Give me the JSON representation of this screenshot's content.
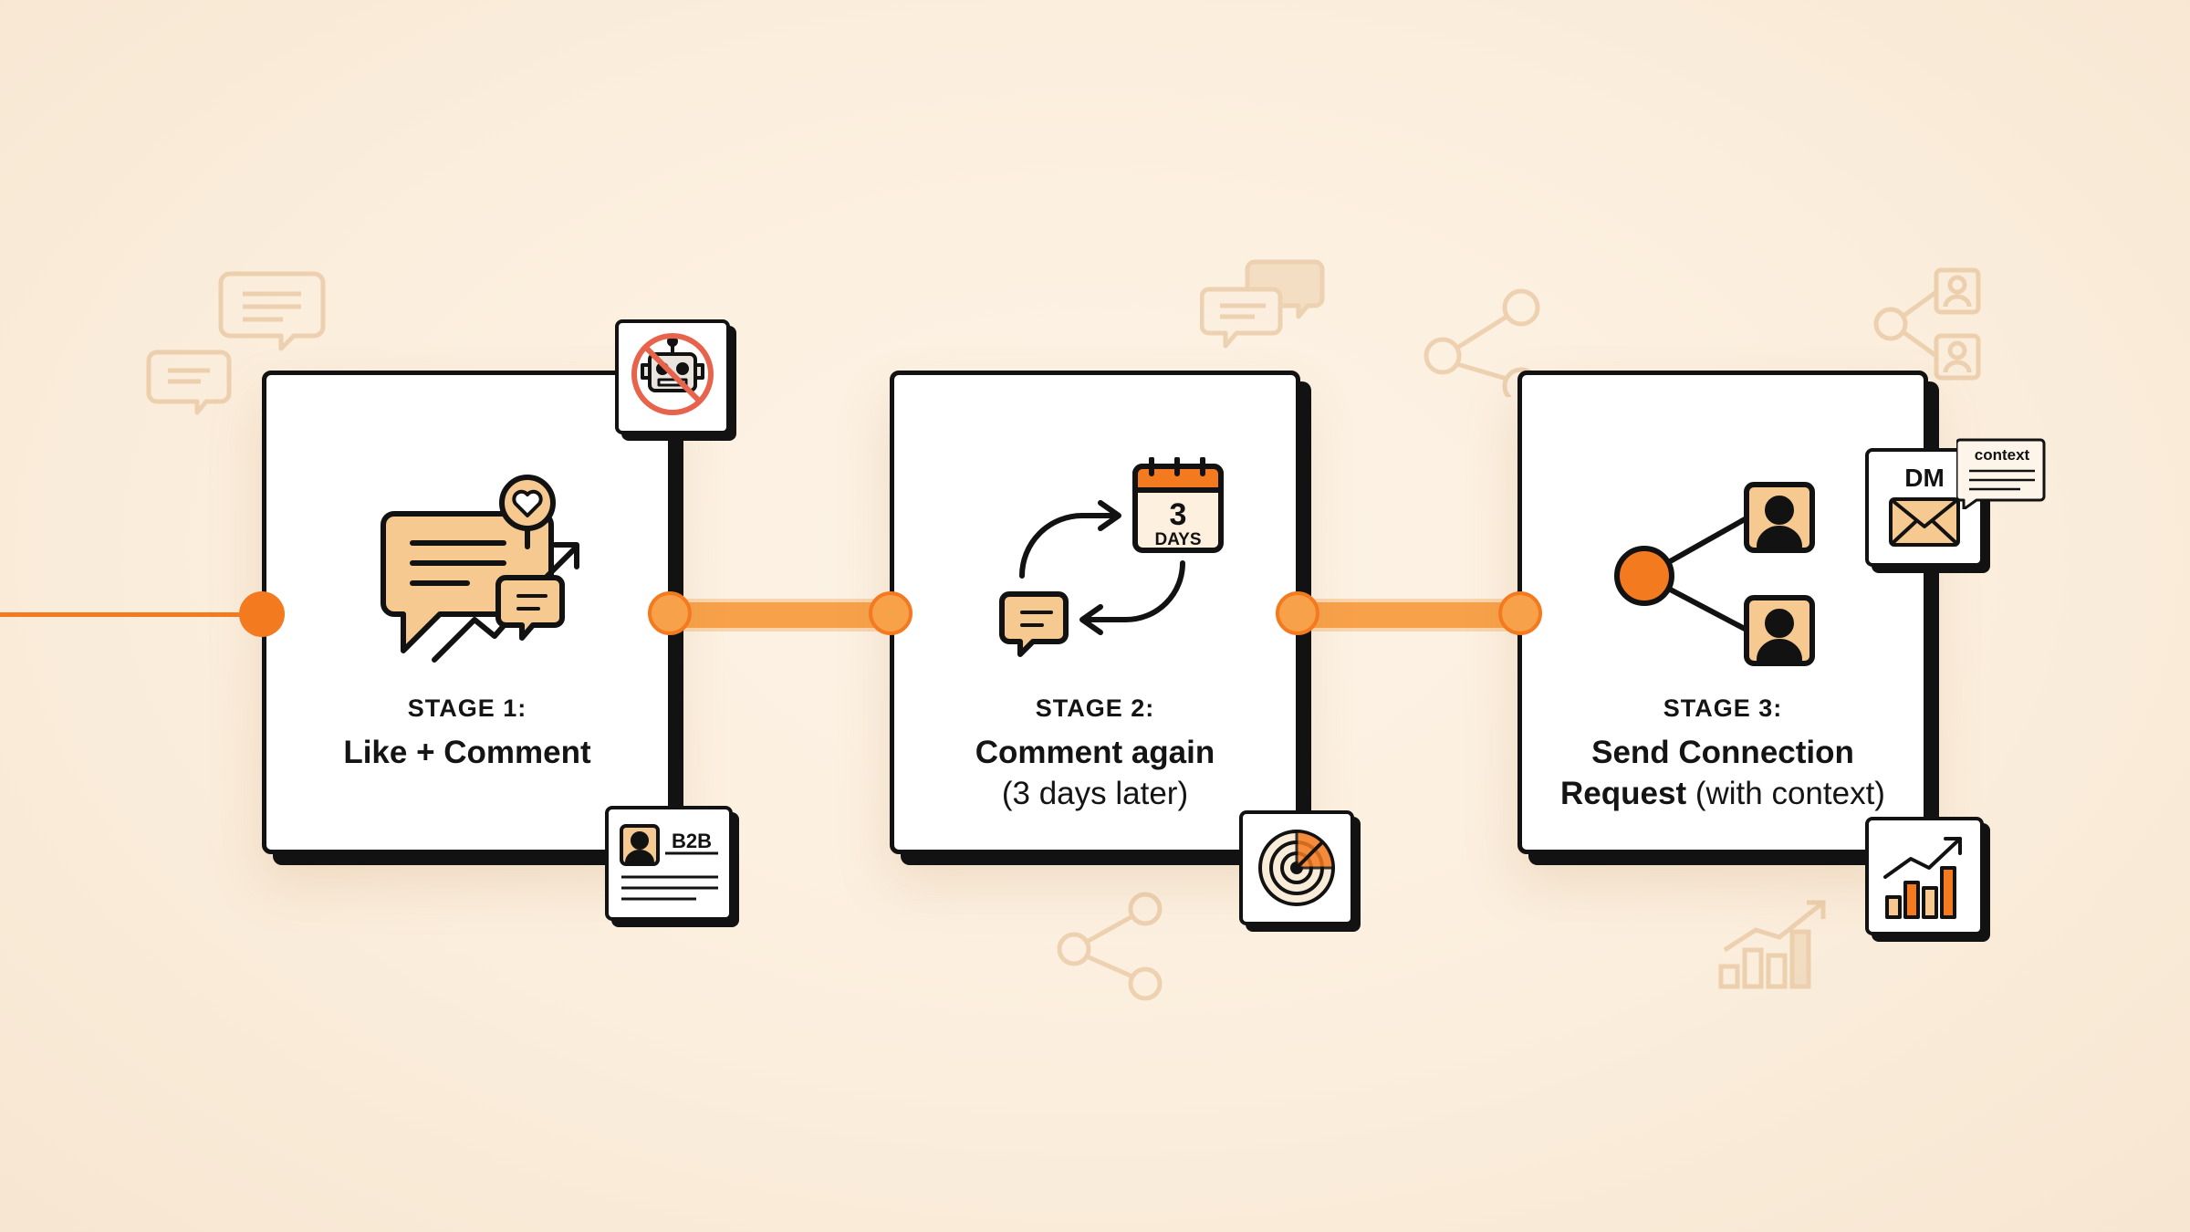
{
  "colors": {
    "background": "#fbeedd",
    "accent": "#f47a1f",
    "accent_light": "#f7a14a",
    "icon_fill": "#f5c990",
    "outline": "#121212",
    "decor": "#ebc9a1"
  },
  "stages": [
    {
      "label": "STAGE 1:",
      "title_bold": "Like + Comment",
      "title_rest": "",
      "icon": "chat-heart-trend-icon",
      "badges": [
        {
          "icon": "no-bots-icon",
          "text": ""
        },
        {
          "icon": "b2b-profile-card-icon",
          "text": "B2B"
        }
      ]
    },
    {
      "label": "STAGE 2:",
      "title_bold": "Comment again",
      "title_rest": "(3 days later)",
      "icon": "comment-cycle-calendar-icon",
      "calendar": {
        "number": "3",
        "unit": "DAYS"
      },
      "badges": [
        {
          "icon": "target-icon",
          "text": ""
        }
      ]
    },
    {
      "label": "STAGE 3:",
      "title_bold": "Send Connection",
      "title_line2_bold": "Request",
      "title_line2_rest": "(with context)",
      "icon": "connection-network-icon",
      "badges": [
        {
          "icon": "dm-envelope-icon",
          "text": "DM"
        },
        {
          "icon": "context-note-icon",
          "text": "context"
        },
        {
          "icon": "growth-chart-icon",
          "text": ""
        }
      ]
    }
  ]
}
